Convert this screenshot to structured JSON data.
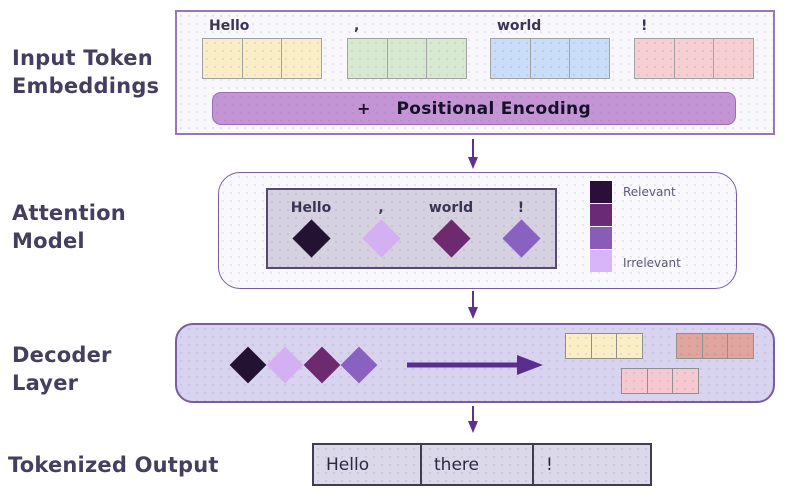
{
  "side_labels": {
    "input": "Input Token\nEmbeddings",
    "attention": "Attention\nModel",
    "decoder": "Decoder\nLayer",
    "output": "Tokenized Output"
  },
  "input_section": {
    "tokens": [
      {
        "text": "Hello",
        "color": "#faeec7"
      },
      {
        "text": ",",
        "color": "#d7e9d1"
      },
      {
        "text": "world",
        "color": "#c9ddf8"
      },
      {
        "text": "!",
        "color": "#f6cfd3"
      }
    ],
    "positional_encoding": {
      "operator": "+",
      "label": "Positional Encoding",
      "bar_color": "#c495d5"
    }
  },
  "attention_section": {
    "tokens": [
      {
        "text": "Hello",
        "diamond_color": "#241233"
      },
      {
        "text": ",",
        "diamond_color": "#d4aff2"
      },
      {
        "text": "world",
        "diamond_color": "#6d2a6f"
      },
      {
        "text": "!",
        "diamond_color": "#8961c1"
      }
    ],
    "legend": {
      "colors": [
        "#2a1038",
        "#6b2a75",
        "#8a5cb8",
        "#d8b4f8"
      ],
      "top_label": "Relevant",
      "bottom_label": "Irrelevant"
    }
  },
  "decoder_section": {
    "diamonds": [
      "#241233",
      "#d4aff2",
      "#6d2a6f",
      "#8961c1"
    ],
    "output_blocks": [
      {
        "color": "#faeec7"
      },
      {
        "color": "#dfa49c"
      },
      {
        "color": "#f5c9cf"
      }
    ]
  },
  "output_section": {
    "cells": [
      "Hello",
      "there",
      "!"
    ]
  },
  "colors": {
    "arrow": "#5d3091",
    "decoder_arrow": "#5b2d8e"
  }
}
